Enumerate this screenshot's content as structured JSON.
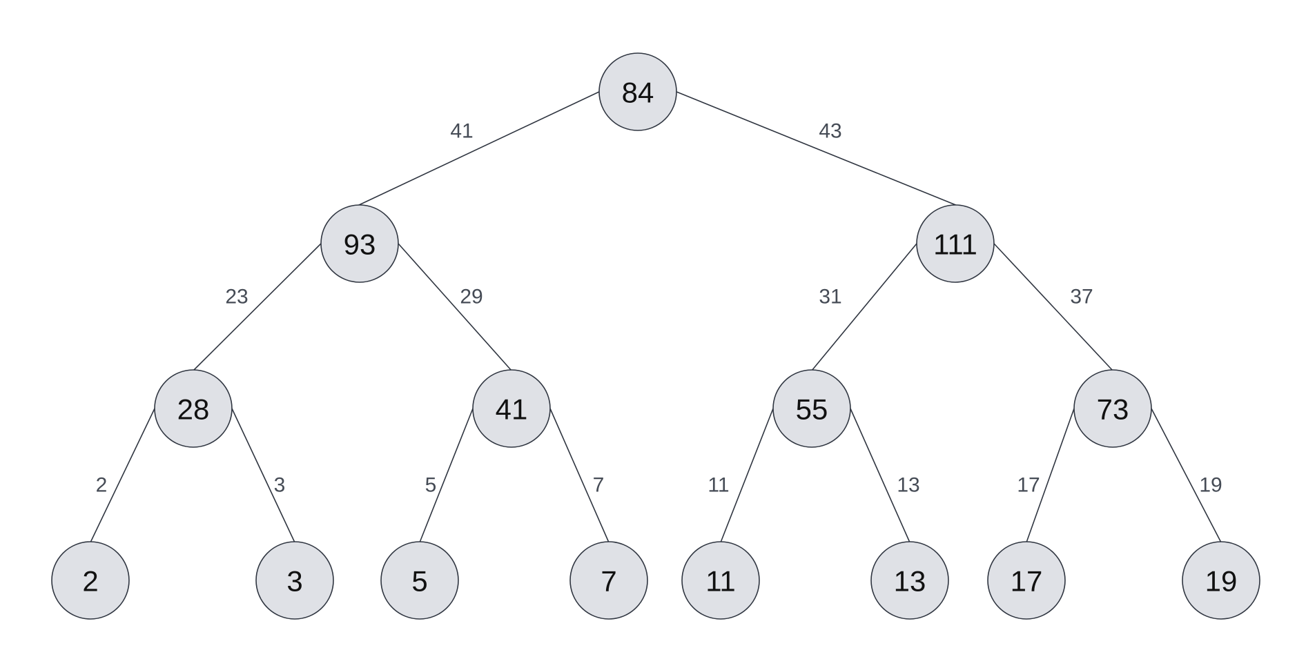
{
  "tree": {
    "nodes": [
      {
        "id": "n84",
        "label": "84"
      },
      {
        "id": "n93",
        "label": "93"
      },
      {
        "id": "n111",
        "label": "111"
      },
      {
        "id": "n28",
        "label": "28"
      },
      {
        "id": "n41",
        "label": "41"
      },
      {
        "id": "n55",
        "label": "55"
      },
      {
        "id": "n73",
        "label": "73"
      },
      {
        "id": "n2",
        "label": "2"
      },
      {
        "id": "n3",
        "label": "3"
      },
      {
        "id": "n5",
        "label": "5"
      },
      {
        "id": "n7",
        "label": "7"
      },
      {
        "id": "n11",
        "label": "11"
      },
      {
        "id": "n13",
        "label": "13"
      },
      {
        "id": "n17",
        "label": "17"
      },
      {
        "id": "n19",
        "label": "19"
      }
    ],
    "edges": [
      {
        "from": "n84",
        "to": "n93",
        "label": "41"
      },
      {
        "from": "n84",
        "to": "n111",
        "label": "43"
      },
      {
        "from": "n93",
        "to": "n28",
        "label": "23"
      },
      {
        "from": "n93",
        "to": "n41",
        "label": "29"
      },
      {
        "from": "n111",
        "to": "n55",
        "label": "31"
      },
      {
        "from": "n111",
        "to": "n73",
        "label": "37"
      },
      {
        "from": "n28",
        "to": "n2",
        "label": "2"
      },
      {
        "from": "n28",
        "to": "n3",
        "label": "3"
      },
      {
        "from": "n41",
        "to": "n5",
        "label": "5"
      },
      {
        "from": "n41",
        "to": "n7",
        "label": "7"
      },
      {
        "from": "n55",
        "to": "n11",
        "label": "11"
      },
      {
        "from": "n55",
        "to": "n13",
        "label": "13"
      },
      {
        "from": "n73",
        "to": "n17",
        "label": "17"
      },
      {
        "from": "n73",
        "to": "n19",
        "label": "19"
      }
    ]
  }
}
